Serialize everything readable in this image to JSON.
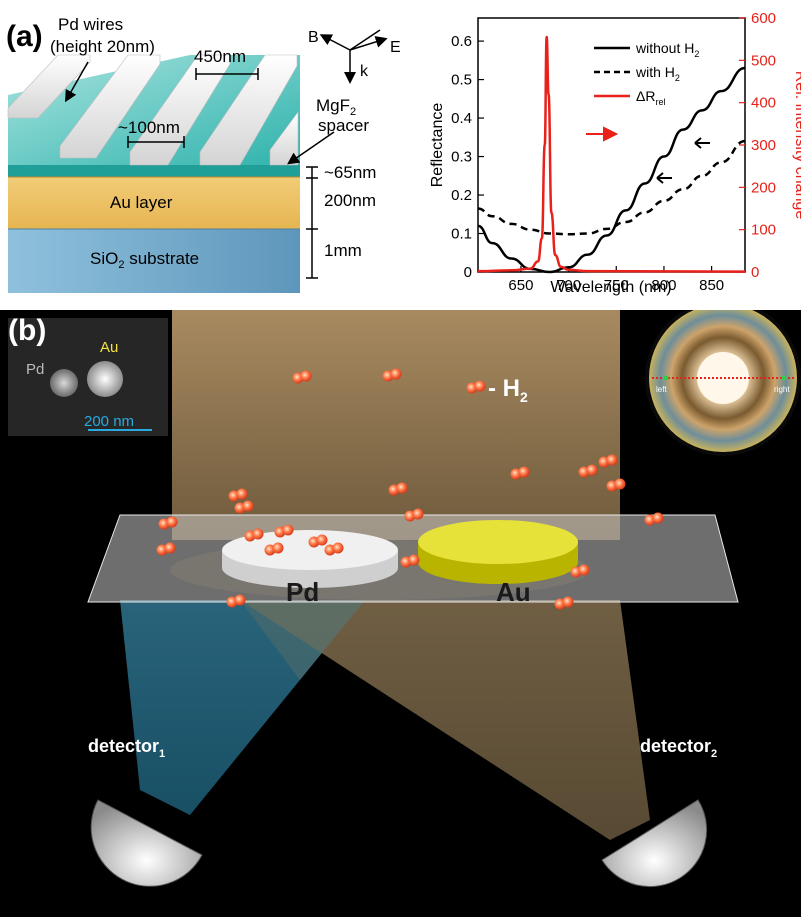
{
  "panel_a": {
    "label": "(a)",
    "pd_wires": "Pd wires",
    "pd_height": "(height 20nm)",
    "period": "450nm",
    "gap": "~100nm",
    "spacer_name": "MgF",
    "spacer_sub": "2",
    "spacer_word": "spacer",
    "spacer_thickness": "~65nm",
    "au_layer": "Au layer",
    "au_thickness": "200nm",
    "substrate_a": "SiO",
    "substrate_sub": "2",
    "substrate_b": " substrate",
    "substrate_thickness": "1mm",
    "axis_b": "B",
    "axis_e": "E",
    "axis_k": "k"
  },
  "chart_data": {
    "type": "line",
    "xlabel": "Wavelength (nm)",
    "ylabel": "Reflectance",
    "y2label": "Rel. intensity change",
    "xlim": [
      605,
      885
    ],
    "ylim": [
      0,
      0.66
    ],
    "y2lim": [
      0,
      600
    ],
    "xticks": [
      650,
      700,
      750,
      800,
      850
    ],
    "yticks": [
      0,
      0.1,
      0.2,
      0.3,
      0.4,
      0.5,
      0.6
    ],
    "y2ticks": [
      0,
      100,
      200,
      300,
      400,
      500,
      600
    ],
    "legend_position": "top-right",
    "series": [
      {
        "name": "without H",
        "name_sub": "2",
        "axis": "left",
        "style": "solid",
        "color": "#000000",
        "x": [
          605,
          620,
          640,
          660,
          680,
          700,
          720,
          740,
          760,
          780,
          800,
          820,
          840,
          860,
          885
        ],
        "y": [
          0.12,
          0.075,
          0.035,
          0.008,
          0.0,
          0.012,
          0.045,
          0.095,
          0.16,
          0.23,
          0.3,
          0.37,
          0.42,
          0.47,
          0.53
        ]
      },
      {
        "name": "with H",
        "name_sub": "2",
        "axis": "left",
        "style": "dashed",
        "color": "#000000",
        "x": [
          605,
          620,
          640,
          660,
          680,
          700,
          720,
          740,
          760,
          780,
          800,
          820,
          840,
          860,
          885
        ],
        "y": [
          0.165,
          0.145,
          0.125,
          0.11,
          0.1,
          0.098,
          0.1,
          0.112,
          0.13,
          0.155,
          0.185,
          0.215,
          0.25,
          0.285,
          0.34
        ]
      },
      {
        "name": "ΔR",
        "name_sub": "rel",
        "axis": "right",
        "style": "solid",
        "color": "#e8211a",
        "x": [
          605,
          640,
          660,
          668,
          672,
          675,
          677,
          679,
          682,
          686,
          692,
          700,
          720,
          885
        ],
        "y": [
          2,
          4,
          8,
          25,
          80,
          300,
          555,
          420,
          140,
          40,
          12,
          5,
          2,
          1
        ]
      }
    ]
  },
  "panel_b": {
    "label": "(b)",
    "inset_pd": "Pd",
    "inset_au": "Au",
    "scale_bar": "200 nm",
    "h2_prefix": "- H",
    "h2_sub": "2",
    "disk_pd": "Pd",
    "disk_au": "Au",
    "detector1": "detector",
    "detector1_sub": "1",
    "detector2": "detector",
    "detector2_sub": "2",
    "scatter_left": "left",
    "scatter_right": "right"
  },
  "colors": {
    "red": "#e8211a",
    "teal": "#2bb5b0",
    "gold": "#f0c060",
    "blue_layer": "#6ea8c8",
    "inset_blue": "#29a9e0",
    "inset_yellow": "#f2e443"
  }
}
